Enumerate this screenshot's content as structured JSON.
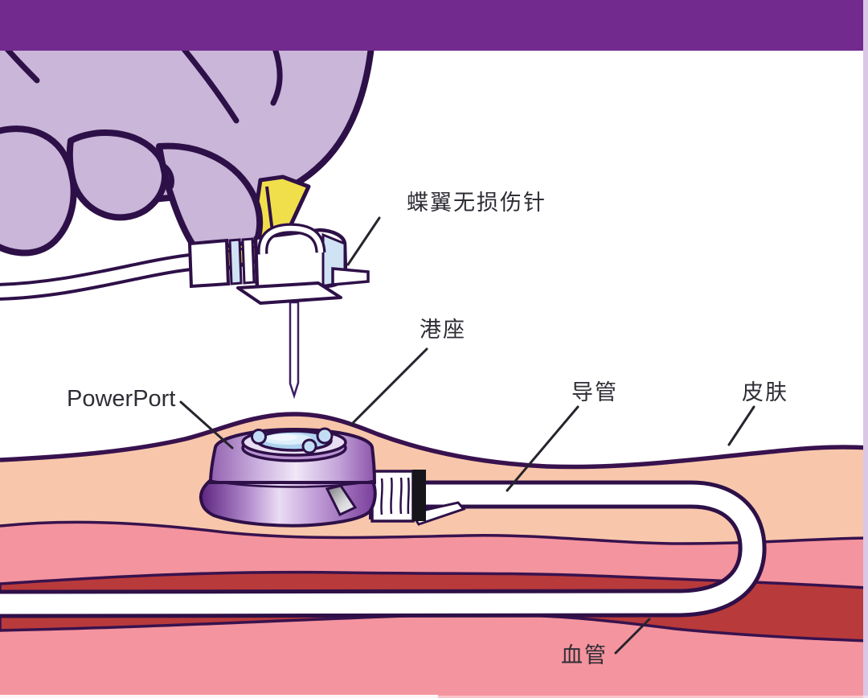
{
  "labels": {
    "butterfly_needle": "蝶翼无损伤针",
    "port_base": "港座",
    "powerport": "PowerPort",
    "catheter": "导管",
    "skin": "皮肤",
    "blood_vessel": "血管"
  },
  "colors": {
    "header_bar": "#722a8e",
    "glove": "#c9b6d8",
    "outline": "#2e1048",
    "anatomy_outline": "#38124e",
    "wing_yellow": "#f0df4b",
    "needle_accent_blue": "#cfe3f5",
    "skin_peach": "#f8c7ab",
    "tissue_pink": "#f4949e",
    "vessel_red": "#b93a3b",
    "port_purple": "#8a4fa8",
    "septum_blue": "#aed3f0",
    "label_text": "#2f2d35",
    "leader_line": "#26242c",
    "edge_strip": "#d9c7e5"
  }
}
